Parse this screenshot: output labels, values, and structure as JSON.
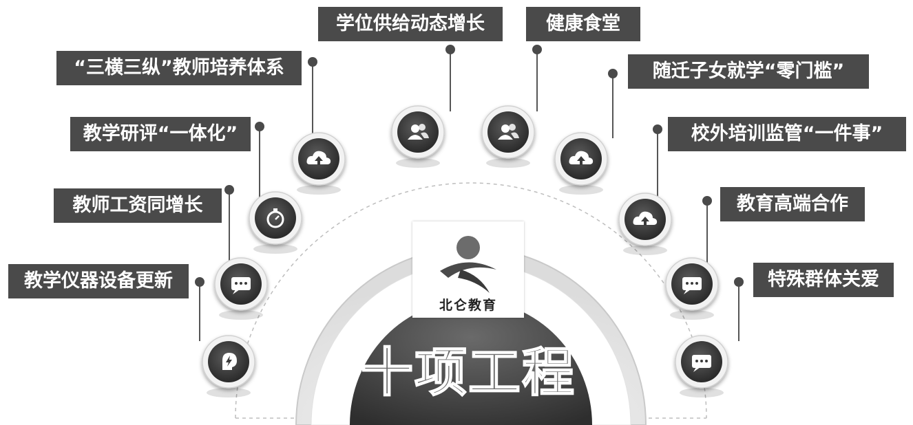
{
  "center": {
    "logo_text": "北仑教育",
    "title": "十项工程"
  },
  "items": [
    {
      "label": "学位供给动态增长",
      "icon": "users-icon"
    },
    {
      "label": "健康食堂",
      "icon": "users-icon"
    },
    {
      "label": "“三横三纵”教师培养体系",
      "icon": "cloud-upload-icon"
    },
    {
      "label": "随迁子女就学“零门槛”",
      "icon": "cloud-upload-icon"
    },
    {
      "label": "教学研评“一体化”",
      "icon": "timer-icon"
    },
    {
      "label": "校外培训监管“一件事”",
      "icon": "cloud-upload-icon"
    },
    {
      "label": "教师工资同增长",
      "icon": "chat-icon"
    },
    {
      "label": "教育高端合作",
      "icon": "chat-icon"
    },
    {
      "label": "教学仪器设备更新",
      "icon": "bolt-icon"
    },
    {
      "label": "特殊群体关爱",
      "icon": "chat-icon"
    }
  ]
}
